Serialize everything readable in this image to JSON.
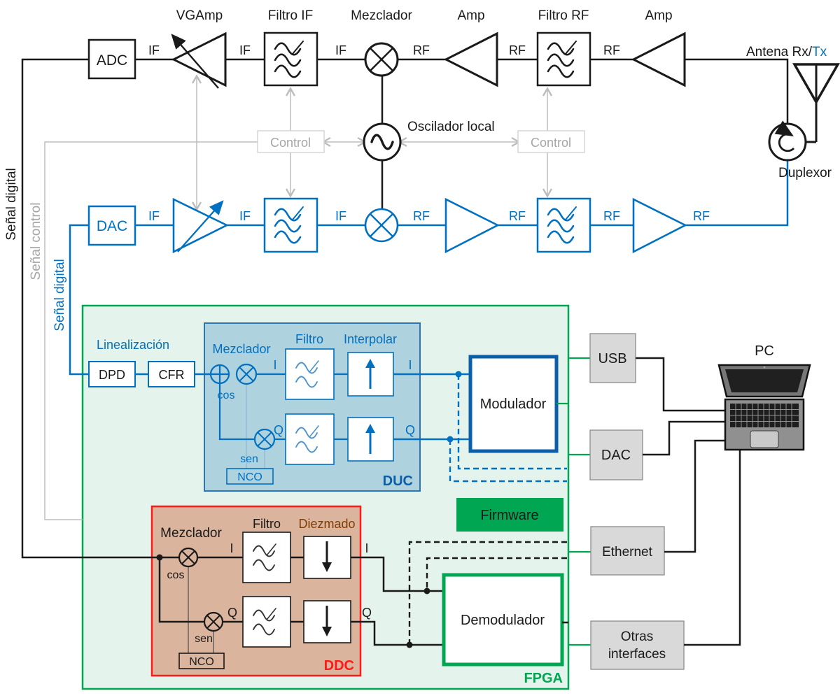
{
  "colors": {
    "signal_black": "#1a1a1a",
    "tx_blue": "#0070C0",
    "fpga_green": "#00A651",
    "fpga_fill": "#E4F3EB",
    "duc_fill": "#AFD2DF",
    "duc_border": "#2E75B6",
    "ddc_fill": "#DBB49D",
    "ddc_border": "#FF1A1A",
    "diezmado_text": "#833C00",
    "control_gray": "#A6A6A6",
    "interface_fill": "#D9D9D9",
    "modulador_border": "#0B5EA8"
  },
  "rx": {
    "adc": "ADC",
    "vgamp": "VGAmp",
    "filtro_if": "Filtro IF",
    "mezclador": "Mezclador",
    "amp1": "Amp",
    "filtro_rf": "Filtro RF",
    "amp2": "Amp",
    "if": [
      "IF",
      "IF",
      "IF"
    ],
    "rf": [
      "RF",
      "RF",
      "RF"
    ]
  },
  "tx": {
    "dac": "DAC",
    "if": [
      "IF",
      "IF",
      "IF"
    ],
    "rf": [
      "RF",
      "RF",
      "RF",
      "RF"
    ]
  },
  "rf_front": {
    "antena": "Antena Rx/",
    "antena_tx": "Tx",
    "duplexor": "Duplexor",
    "oscilador": "Oscilador local",
    "control_rx": "Control",
    "control_tx": "Control"
  },
  "signals": {
    "digital_rx": "Señal digital",
    "control": "Señal control",
    "digital_tx": "Señal digital"
  },
  "fpga": {
    "label": "FPGA",
    "firmware": "Firmware",
    "linealizacion": "Linealización",
    "dpd": "DPD",
    "cfr": "CFR",
    "modulador": "Modulador",
    "demodulador": "Demodulador"
  },
  "duc": {
    "label": "DUC",
    "mezclador": "Mezclador",
    "cos": "cos",
    "sen": "sen",
    "nco": "NCO",
    "filtro": "Filtro",
    "interpolar": "Interpolar",
    "i_in": "I",
    "i_out": "I",
    "q_in": "Q",
    "q_out": "Q"
  },
  "ddc": {
    "label": "DDC",
    "mezclador": "Mezclador",
    "cos": "cos",
    "sen": "sen",
    "nco": "NCO",
    "filtro": "Filtro",
    "diezmado": "Diezmado",
    "i_in": "I",
    "i_out": "I",
    "q_in": "Q",
    "q_out": "Q"
  },
  "interfaces": {
    "usb": "USB",
    "dac": "DAC",
    "ethernet": "Ethernet",
    "otras_line1": "Otras",
    "otras_line2": "interfaces"
  },
  "pc": {
    "label": "PC"
  }
}
